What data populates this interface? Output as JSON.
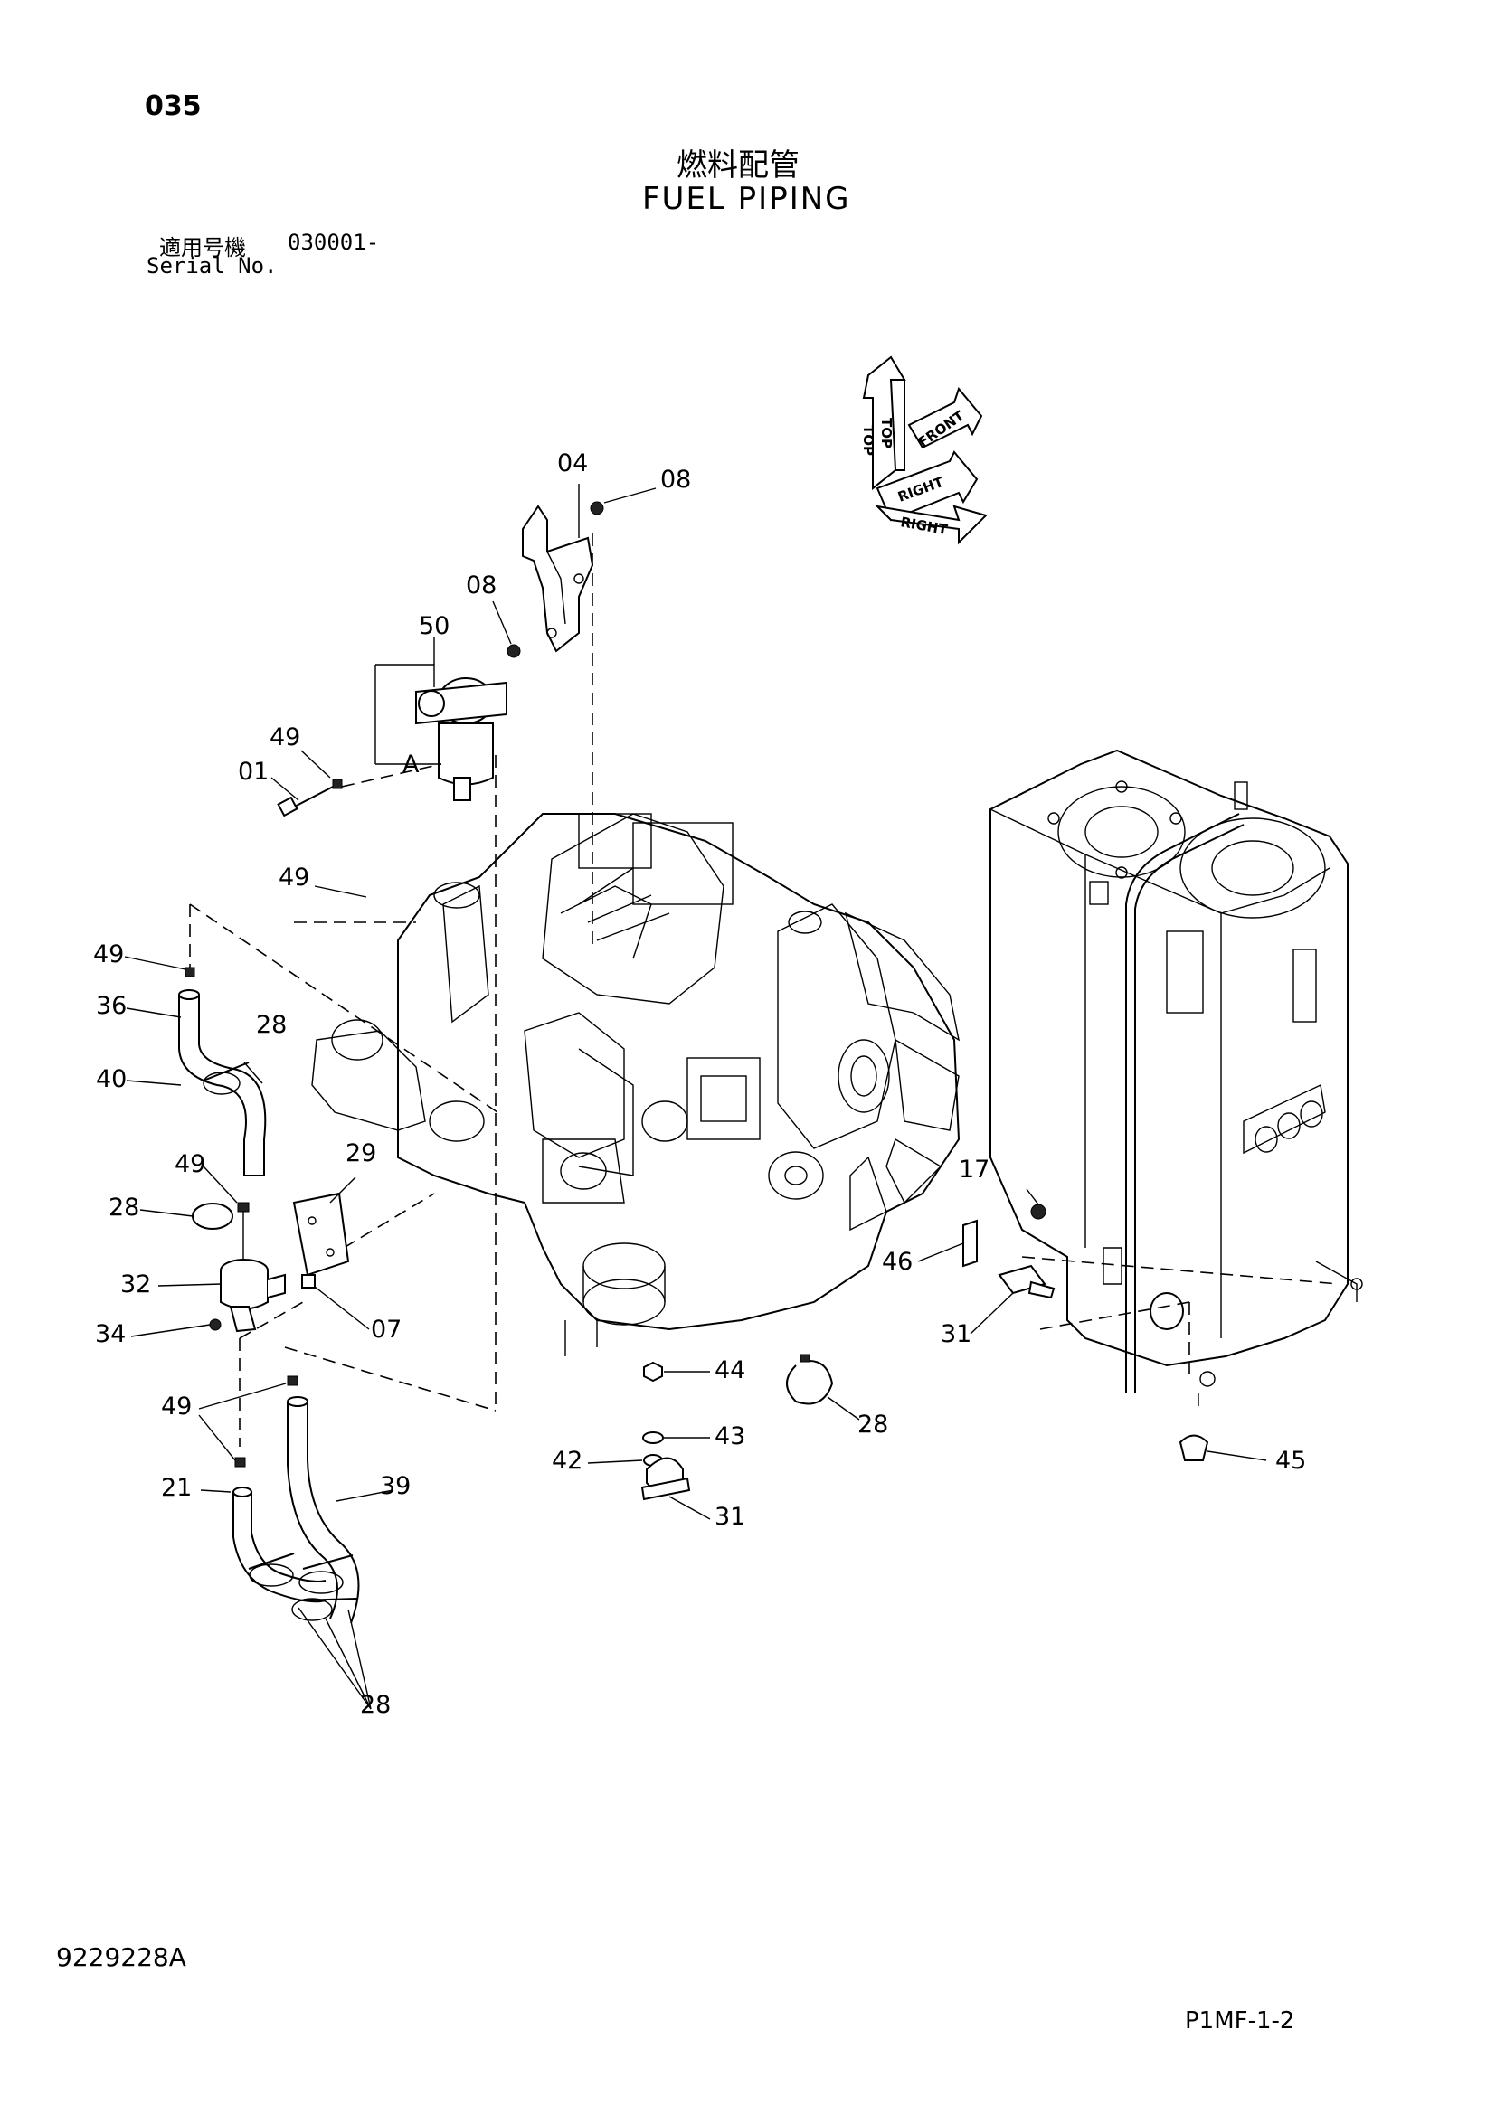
{
  "header": {
    "page_number": "035",
    "title_jp": "燃料配管",
    "title_en": "FUEL PIPING",
    "serial_label_jp": "適用号機",
    "serial_value": "030001-",
    "serial_label_en": "Serial No."
  },
  "orientation": {
    "top": "TOP",
    "front": "FRONT",
    "right": "RIGHT"
  },
  "detail_marker": "A",
  "callouts": [
    "04",
    "08",
    "08",
    "50",
    "49",
    "01",
    "49",
    "49",
    "36",
    "28",
    "40",
    "49",
    "28",
    "29",
    "32",
    "34",
    "07",
    "49",
    "21",
    "39",
    "28",
    "17",
    "46",
    "31",
    "44",
    "43",
    "42",
    "31",
    "28",
    "45"
  ],
  "footer": {
    "drawing_number": "9229228A",
    "page_code": "P1MF-1-2"
  }
}
